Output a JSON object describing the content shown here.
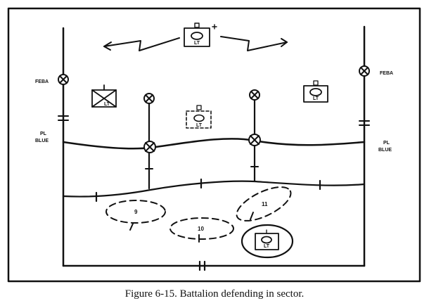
{
  "labels": {
    "feba_left": "FEBA",
    "feba_right": "FEBA",
    "pl_left": [
      "PL",
      "BLUE"
    ],
    "pl_right": [
      "PL",
      "BLUE"
    ],
    "company_sizes": [
      "I",
      "I",
      "I"
    ],
    "zone_numbers": [
      "9",
      "10",
      "11"
    ],
    "unit_sub": [
      "LT",
      "LT",
      "LT",
      "LT",
      "LT"
    ]
  },
  "caption": "Figure 6-15.  Battalion defending in sector.",
  "colors": {
    "ink": "#111111",
    "background": "#ffffff"
  }
}
